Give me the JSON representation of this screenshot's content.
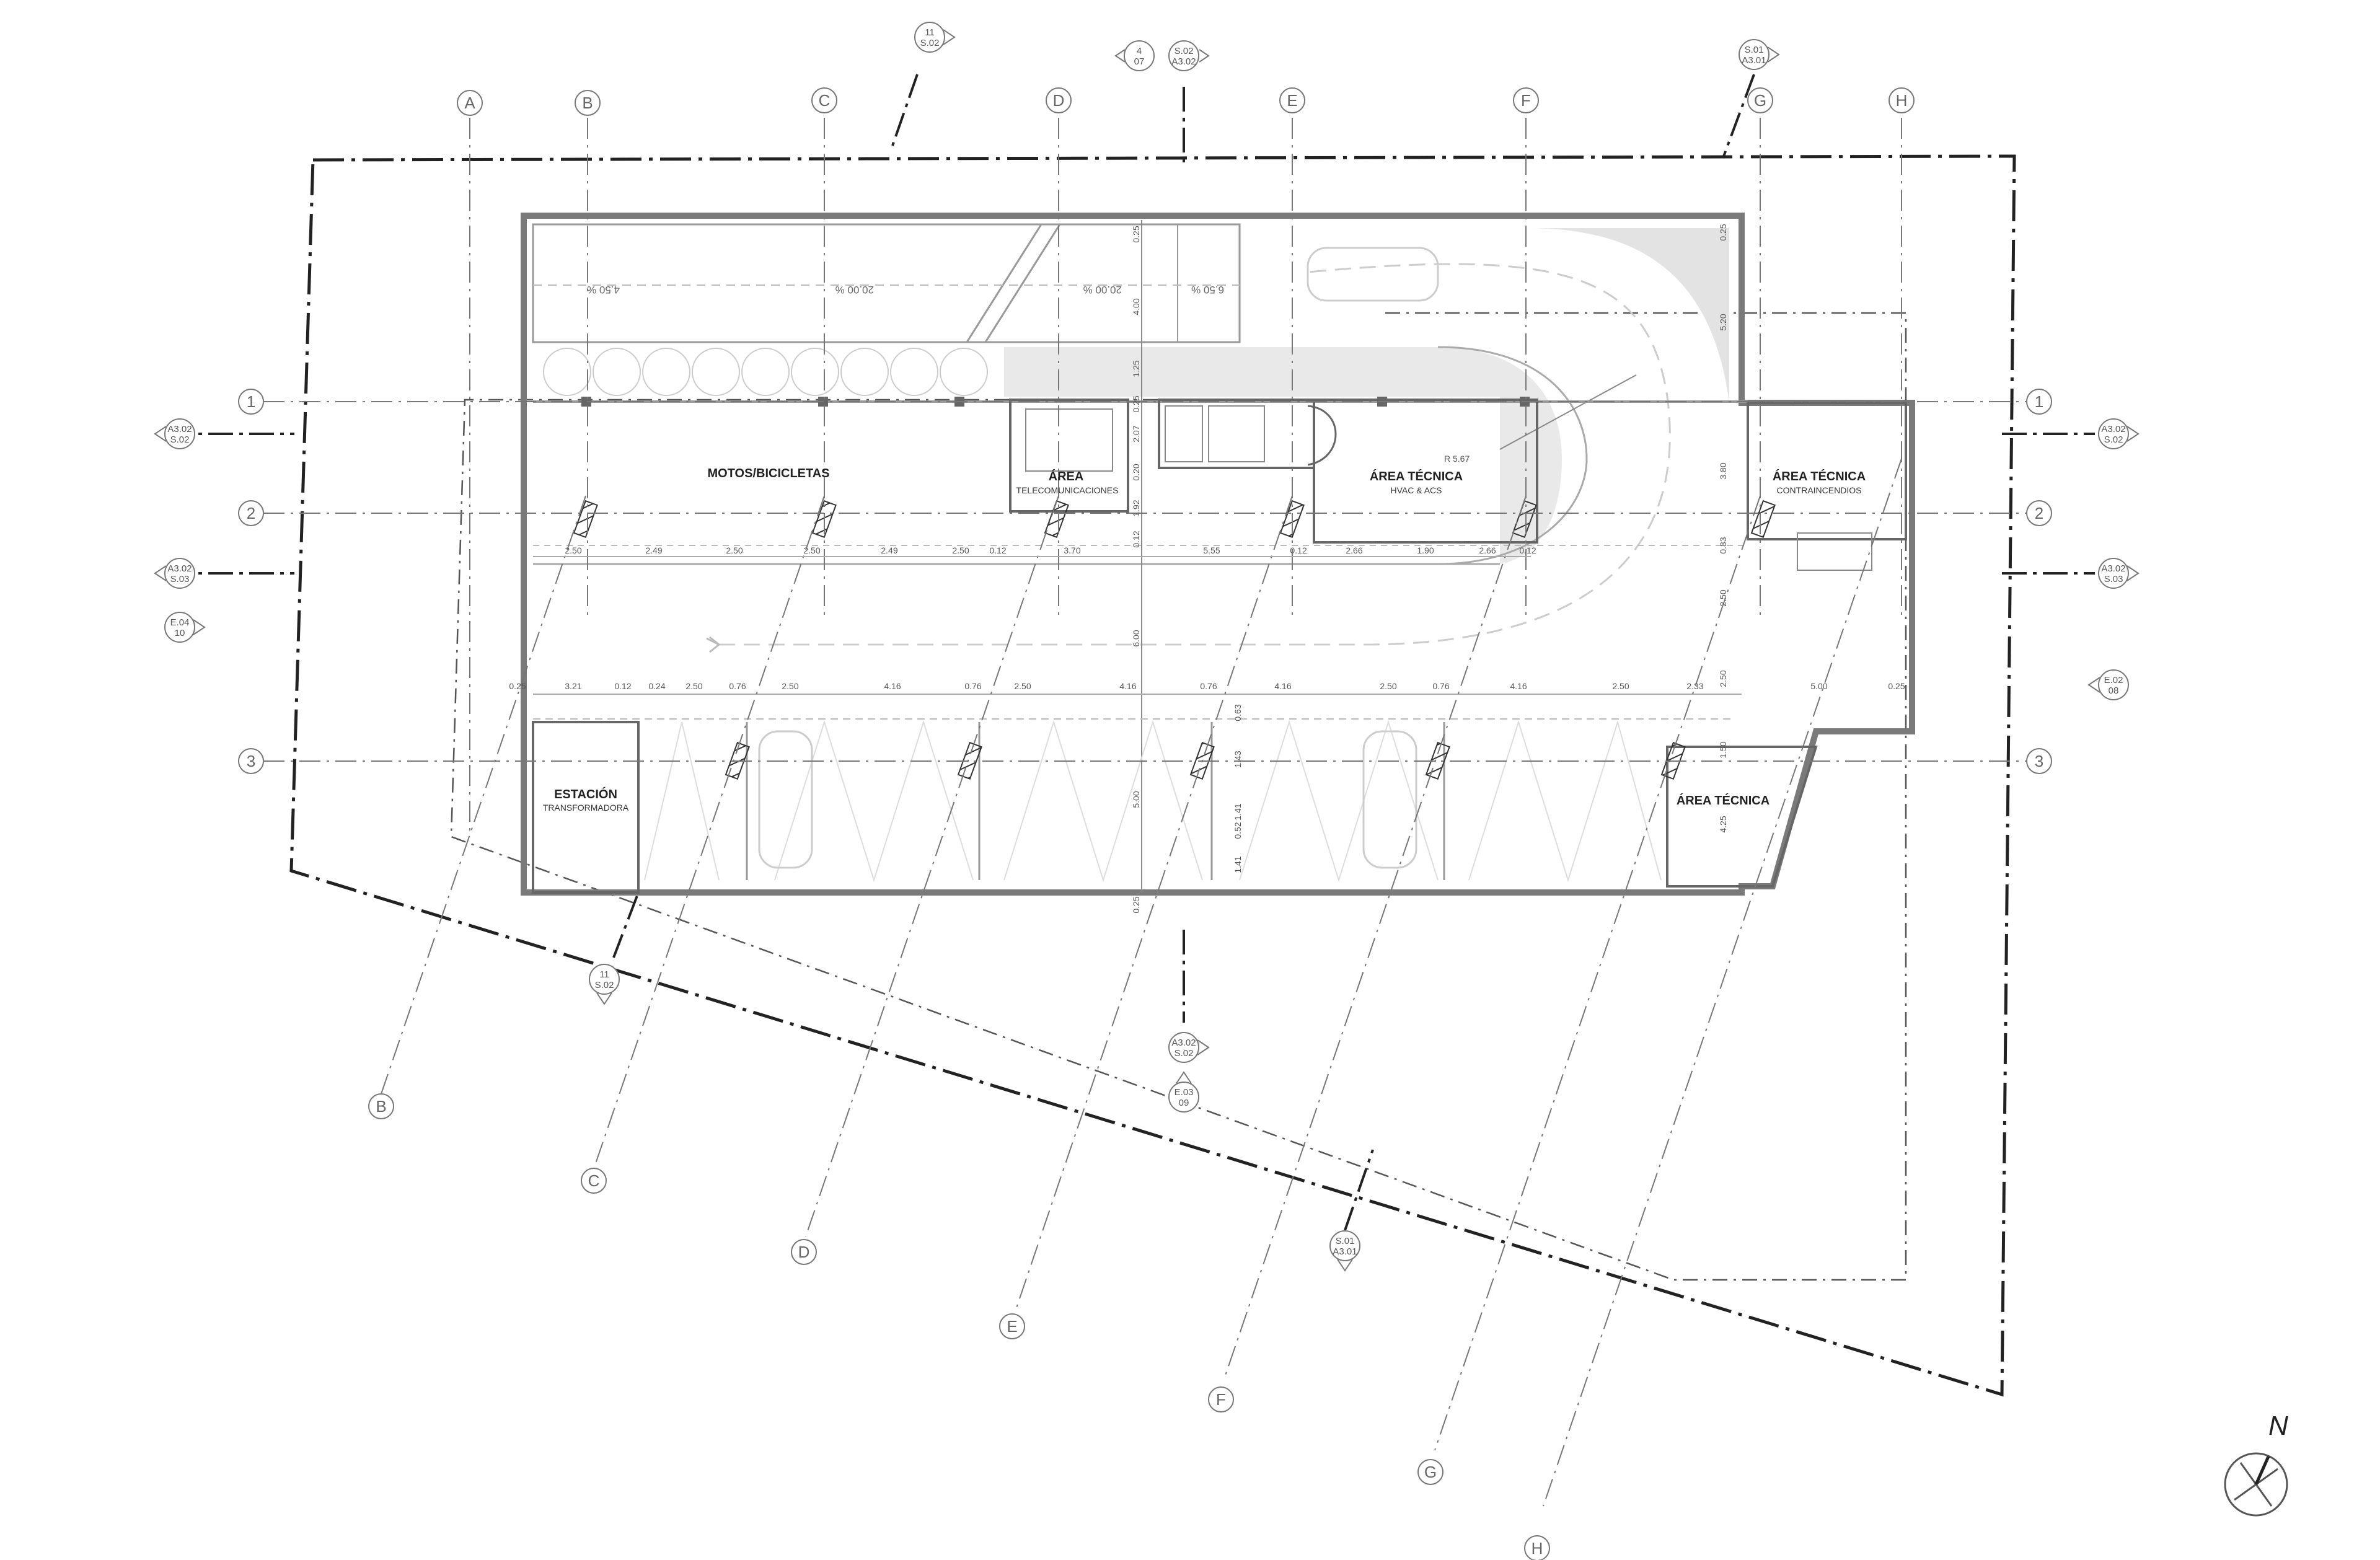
{
  "rooms": {
    "motos": {
      "title": "MOTOS/BICICLETAS"
    },
    "telecom": {
      "title": "ÁREA",
      "subtitle": "TELECOMUNICACIONES"
    },
    "hvac": {
      "title": "ÁREA TÉCNICA",
      "subtitle": "HVAC & ACS"
    },
    "contra": {
      "title": "ÁREA TÉCNICA",
      "subtitle": "CONTRAINCENDIOS"
    },
    "estacion": {
      "title": "ESTACIÓN",
      "subtitle": "TRANSFORMADORA"
    },
    "tecnica": {
      "title": "ÁREA TÉCNICA"
    }
  },
  "grid_letters": [
    "A",
    "B",
    "C",
    "D",
    "E",
    "F",
    "G",
    "H"
  ],
  "skew_letters": [
    "B",
    "C",
    "D",
    "E",
    "F",
    "G",
    "H"
  ],
  "grid_numbers": [
    "1",
    "2",
    "3"
  ],
  "dims_row1": [
    "2.50",
    "2.49",
    "2.50",
    "2.50",
    "2.49",
    "2.50",
    "0.12",
    "3.70",
    "5.55",
    "0.12",
    "2.66",
    "1.90",
    "2.66",
    "0.12"
  ],
  "dims_row2": [
    "0.25",
    "3.21",
    "0.12",
    "0.24",
    "2.50",
    "0.76",
    "2.50",
    "4.16",
    "0.76",
    "2.50",
    "4.16",
    "0.76",
    "4.16",
    "2.50",
    "0.76",
    "4.16",
    "2.50",
    "2.33",
    "5.00",
    "0.25"
  ],
  "dims_vertical": [
    "0.25",
    "4.00",
    "1.25",
    "0.25",
    "2.07",
    "0.20",
    "1.92",
    "0.12",
    "6.00",
    "5.00",
    "0.25",
    "0.63",
    "1.43",
    "1.41",
    "0.52",
    "1.41",
    "0.25",
    "5.20",
    "3.80",
    "0.83",
    "2.50",
    "2.50",
    "1.50",
    "4.25"
  ],
  "slopes": [
    "4.50 %",
    "20.00 %",
    "20.00 %",
    "6.50 %"
  ],
  "radius": "R 5.67",
  "tags": [
    {
      "top": "11",
      "bottom": "S.02"
    },
    {
      "top": "4",
      "bottom": "07"
    },
    {
      "top": "S.02",
      "bottom": "A3.02"
    },
    {
      "top": "S.01",
      "bottom": "A3.01"
    },
    {
      "top": "A3.02",
      "bottom": "S.02"
    },
    {
      "top": "A3.02",
      "bottom": "S.03"
    },
    {
      "top": "E.04",
      "bottom": "10"
    },
    {
      "top": "A3.02",
      "bottom": "S.02"
    },
    {
      "top": "A3.02",
      "bottom": "S.03"
    },
    {
      "top": "E.02",
      "bottom": "08"
    },
    {
      "top": "11",
      "bottom": "S.02"
    },
    {
      "top": "A3.02",
      "bottom": "S.02"
    },
    {
      "top": "E.03",
      "bottom": "09"
    },
    {
      "top": "S.01",
      "bottom": "A3.01"
    }
  ],
  "north": "N",
  "colors": {
    "ink": "#222222",
    "line": "#8a8a8a",
    "fill": "#ececec"
  }
}
